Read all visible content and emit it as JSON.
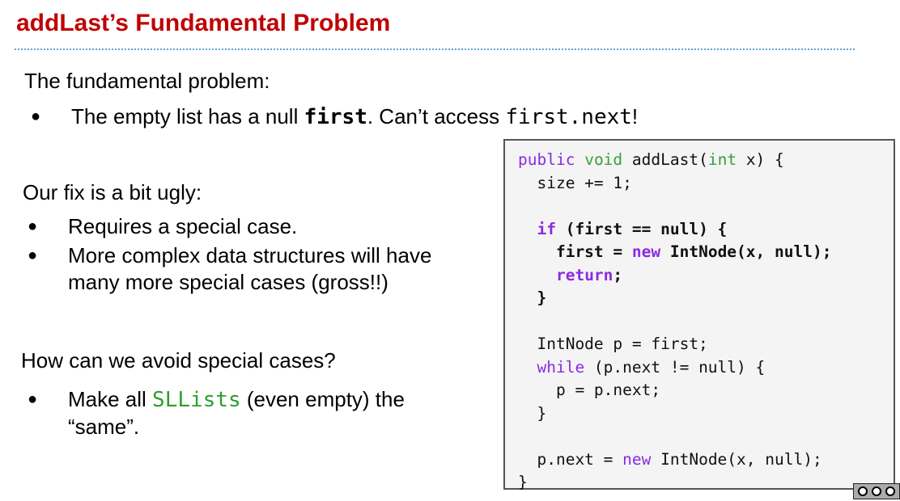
{
  "title": "addLast’s Fundamental Problem",
  "problem": {
    "heading": "The fundamental problem:",
    "bullet_pre": "The empty list has a null ",
    "bullet_code1": "first",
    "bullet_mid": ". Can’t access ",
    "bullet_code2": "first.next",
    "bullet_post": "!"
  },
  "fix": {
    "heading": "Our fix is a bit ugly:",
    "bullets": [
      "Requires a special case.",
      "More complex data structures will have many more special cases (gross!!)"
    ]
  },
  "avoid": {
    "heading": "How can we avoid special cases?",
    "bullet_pre": "Make all ",
    "bullet_code": "SLLists",
    "bullet_post": " (even empty) the “same”."
  },
  "code": {
    "l1_kw1": "public",
    "l1_kw2": "void",
    "l1_a": " addLast(",
    "l1_kw3": "int",
    "l1_b": " x) {",
    "l2": "  size += 1;",
    "l4_kw": "if",
    "l4_a": " (first == null) {",
    "l5_a": "    first = ",
    "l5_kw": "new",
    "l5_b": " IntNode(x, null);",
    "l6_kw": "return",
    "l6_a": ";",
    "l7": "  }",
    "l9": "  IntNode p = first;",
    "l10_kw": "while",
    "l10_a": " (p.next != null) {",
    "l11": "    p = p.next;",
    "l12": "  }",
    "l14_a": "  p.next = ",
    "l14_kw": "new",
    "l14_b": " IntNode(x, null);",
    "l15": "}"
  },
  "colors": {
    "title": "#c00000",
    "rule": "#5fa3d6",
    "code_bg": "#f4f4f4",
    "keyword_purple": "#8a2be2",
    "keyword_green": "#3b9e3b"
  },
  "icons": {
    "bullet": "●",
    "license": "cc-by-icon"
  }
}
